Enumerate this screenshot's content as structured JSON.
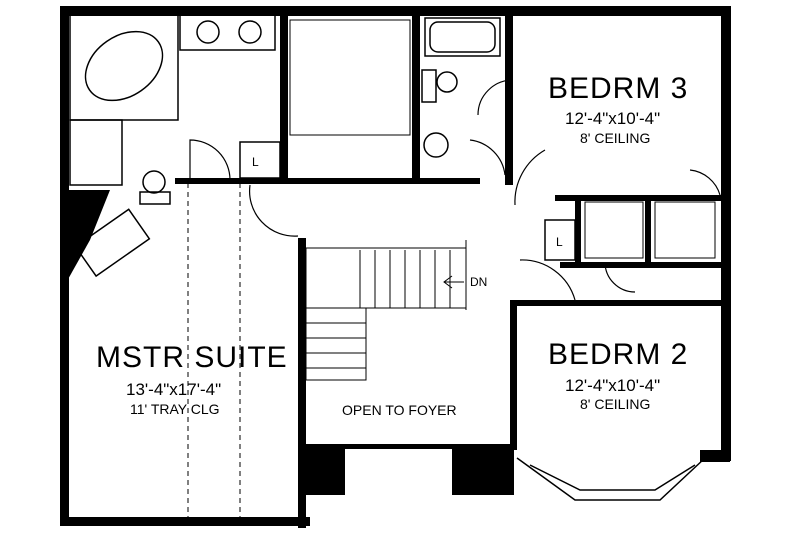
{
  "rooms": {
    "bedroom3": {
      "name": "BEDRM 3",
      "size": "12'-4\"x10'-4\"",
      "ceiling": "8' CEILING"
    },
    "bedroom2": {
      "name": "BEDRM 2",
      "size": "12'-4\"x10'-4\"",
      "ceiling": "8' CEILING"
    },
    "master": {
      "name": "MSTR SUITE",
      "size": "13'-4\"x17'-4\"",
      "ceiling": "11' TRAY CLG"
    }
  },
  "labels": {
    "open_to_foyer": "OPEN TO FOYER",
    "stair_direction": "DN",
    "linen_master": "L",
    "linen_hall": "L"
  }
}
